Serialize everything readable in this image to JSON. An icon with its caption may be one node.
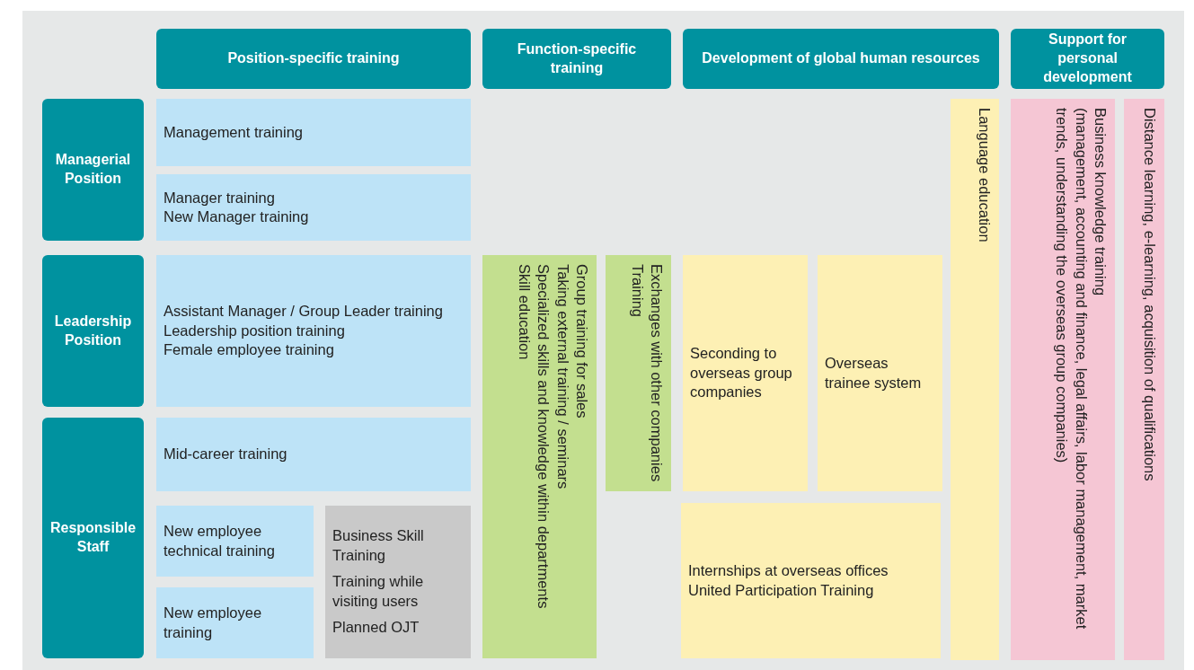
{
  "diagram": {
    "nodes": [
      {
        "text": [
          "Position-specific training"
        ]
      },
      {
        "text": [
          "Function-specific training"
        ]
      },
      {
        "text": [
          "Development of global human resources"
        ]
      },
      {
        "text": [
          "Support for personal development"
        ]
      },
      {
        "text": [
          "Managerial Position"
        ]
      },
      {
        "text": [
          "Management training"
        ]
      },
      {
        "text": [
          "Manager training",
          "New Manager training"
        ]
      },
      {
        "text": [
          "Language education"
        ]
      },
      {
        "text": [
          "Business knowledge training",
          "(management, accounting and finance, legal affairs, labor management, market trends, understanding the overseas group companies)"
        ]
      },
      {
        "text": [
          "Distance learning, e-learning, acquisition of qualifications"
        ]
      },
      {
        "text": [
          "Leadership Position"
        ]
      },
      {
        "text": [
          "Assistant Manager / Group Leader training",
          "Leadership position training",
          "Female employee training"
        ]
      },
      {
        "text": [
          "Group training for sales",
          "Taking external training / seminars",
          "Specialized skills and knowledge within departments",
          "Skill education"
        ]
      },
      {
        "text": [
          "Exchanges with other companies",
          "Training"
        ]
      },
      {
        "text": [
          "Seconding to overseas group companies"
        ]
      },
      {
        "text": [
          "Overseas trainee system"
        ]
      },
      {
        "text": [
          "Responsible Staff"
        ]
      },
      {
        "text": [
          "Mid-career training"
        ]
      },
      {
        "text": [
          "New employee technical training"
        ]
      },
      {
        "text": [
          "New employee training"
        ]
      },
      {
        "text": [
          "Business Skill Training",
          "Training while visiting users",
          "Planned OJT"
        ]
      },
      {
        "text": [
          "Internships at overseas offices",
          "United Participation Training"
        ]
      }
    ]
  }
}
